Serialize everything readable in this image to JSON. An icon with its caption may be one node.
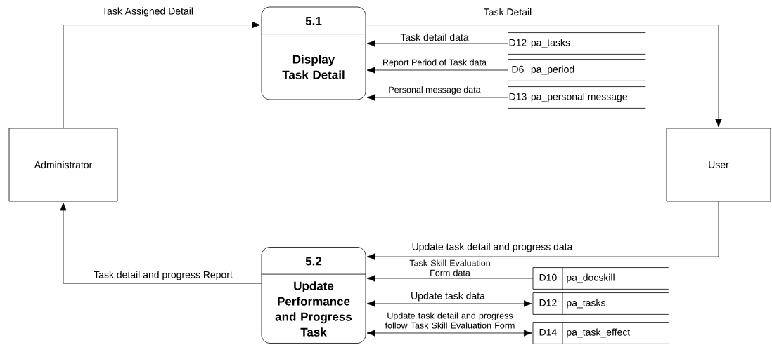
{
  "diagram": {
    "nodes": [
      {
        "text": [
          "Administrator"
        ]
      },
      {
        "text": [
          "5.1",
          "Display Task Detail"
        ]
      },
      {
        "text": [
          "D12",
          "pa_tasks"
        ]
      },
      {
        "text": [
          "D6",
          "pa_period"
        ]
      },
      {
        "text": [
          "D13",
          "pa_personal message"
        ]
      },
      {
        "text": [
          "User"
        ]
      },
      {
        "text": [
          "5.2",
          "Update Performance and Progress Task"
        ]
      },
      {
        "text": [
          "D10",
          "pa_docskill"
        ]
      },
      {
        "text": [
          "D12",
          "pa_tasks"
        ]
      },
      {
        "text": [
          "D14",
          "pa_task_effect"
        ]
      }
    ],
    "edges": [
      {
        "from": 0,
        "to": 1,
        "arrow": "to",
        "label": "Task Assigned Detail"
      },
      {
        "from": 1,
        "to": 5,
        "arrow": "to",
        "label": "Task Detail"
      },
      {
        "from": 2,
        "to": 1,
        "arrow": "to",
        "label": "Task detail data"
      },
      {
        "from": 3,
        "to": 1,
        "arrow": "to",
        "label": "Report Period of Task data"
      },
      {
        "from": 4,
        "to": 1,
        "arrow": "to",
        "label": "Personal message data"
      },
      {
        "from": 5,
        "to": 6,
        "arrow": "to",
        "label": "Update task detail and progress data"
      },
      {
        "from": 7,
        "to": 6,
        "arrow": "to",
        "label": "Task Skill Evaluation Form data"
      },
      {
        "from": 6,
        "to": 8,
        "arrow": "both",
        "label": "Update task data"
      },
      {
        "from": 6,
        "to": 9,
        "arrow": "both",
        "label": "Update task detail and progress follow Task Skill Evaluation Form"
      },
      {
        "from": 6,
        "to": 0,
        "arrow": "to",
        "label": "Task detail and progress Report"
      }
    ]
  }
}
